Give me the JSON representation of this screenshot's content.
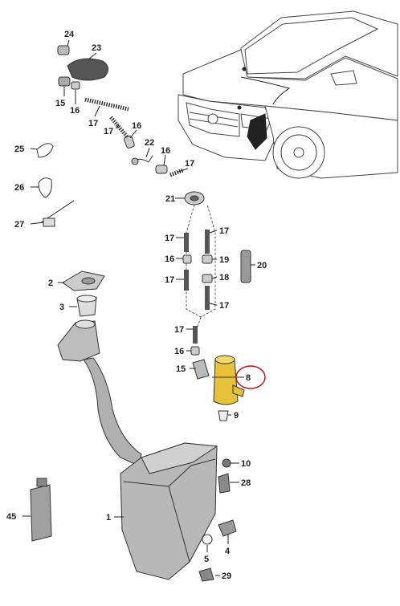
{
  "diagram": {
    "highlight_color": "#c8141e",
    "accent_color": "#e6c23a",
    "labels": {
      "p24": "24",
      "p23": "23",
      "p15a": "15",
      "p16a": "16",
      "p17a": "17",
      "p17b": "17",
      "p16b": "16",
      "p22": "22",
      "p16c": "16",
      "p17c": "17",
      "p25": "25",
      "p21": "21",
      "p26": "26",
      "p27": "27",
      "p17d": "17",
      "p17e": "17",
      "p16d": "16",
      "p19": "19",
      "p20": "20",
      "p17f": "17",
      "p18": "18",
      "p17g": "17",
      "p2": "2",
      "p3": "3",
      "p17h": "17",
      "p16e": "16",
      "p15b": "15",
      "p8": "8",
      "p9": "9",
      "p10": "10",
      "p28": "28",
      "p45": "45",
      "p1": "1",
      "p5": "5",
      "p4": "4",
      "p29": "29"
    }
  }
}
